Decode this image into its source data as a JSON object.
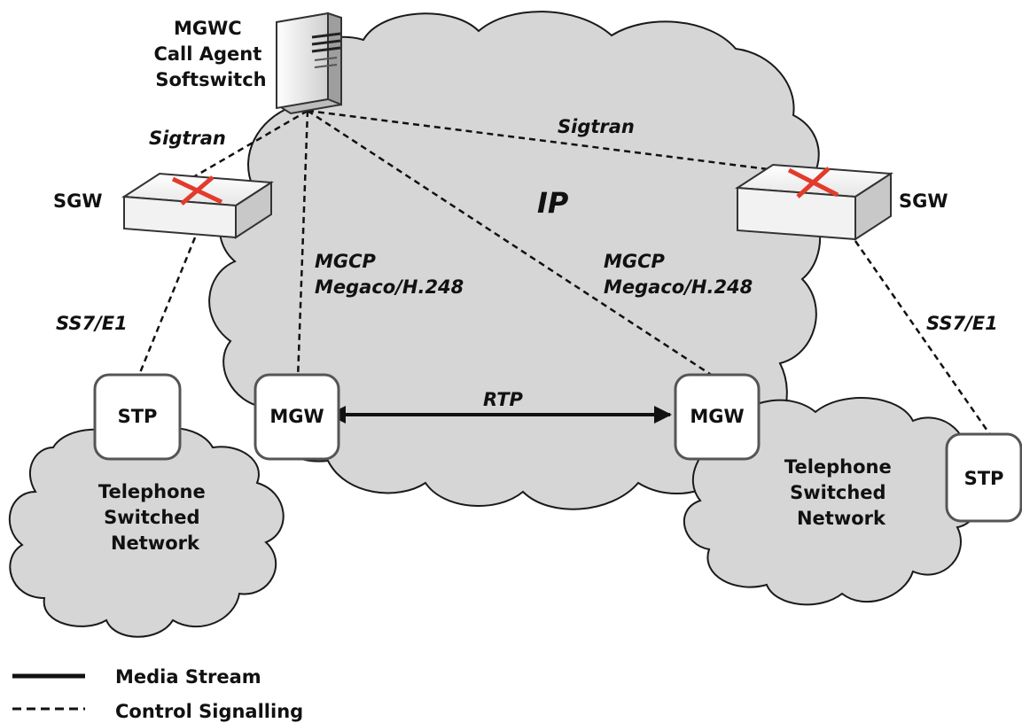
{
  "softswitch": {
    "lines": [
      "MGWC",
      "Call Agent",
      "Softswitch"
    ]
  },
  "network": {
    "ip_label": "IP"
  },
  "sgw": {
    "left_label": "SGW",
    "right_label": "SGW"
  },
  "links": {
    "sigtran_left": "Sigtran",
    "sigtran_right": "Sigtran",
    "mgcp_left": [
      "MGCP",
      "Megaco/H.248"
    ],
    "mgcp_right": [
      "MGCP",
      "Megaco/H.248"
    ],
    "ss7_left": "SS7/E1",
    "ss7_right": "SS7/E1",
    "rtp": "RTP"
  },
  "nodes": {
    "stp_left": "STP",
    "stp_right": "STP",
    "mgw_left": "MGW",
    "mgw_right": "MGW"
  },
  "pstn_left": {
    "lines": [
      "Telephone",
      "Switched",
      "Network"
    ]
  },
  "pstn_right": {
    "lines": [
      "Telephone",
      "Switched",
      "Network"
    ]
  },
  "legend": {
    "media_stream": "Media Stream",
    "control_signalling": "Control Signalling"
  },
  "colors": {
    "cloud_fill": "#d6d6d6",
    "switch_x": "#e23b2b",
    "line": "#111111"
  },
  "icons": {
    "softswitch": "server-tower-icon",
    "sgw": "router-switch-icon"
  }
}
